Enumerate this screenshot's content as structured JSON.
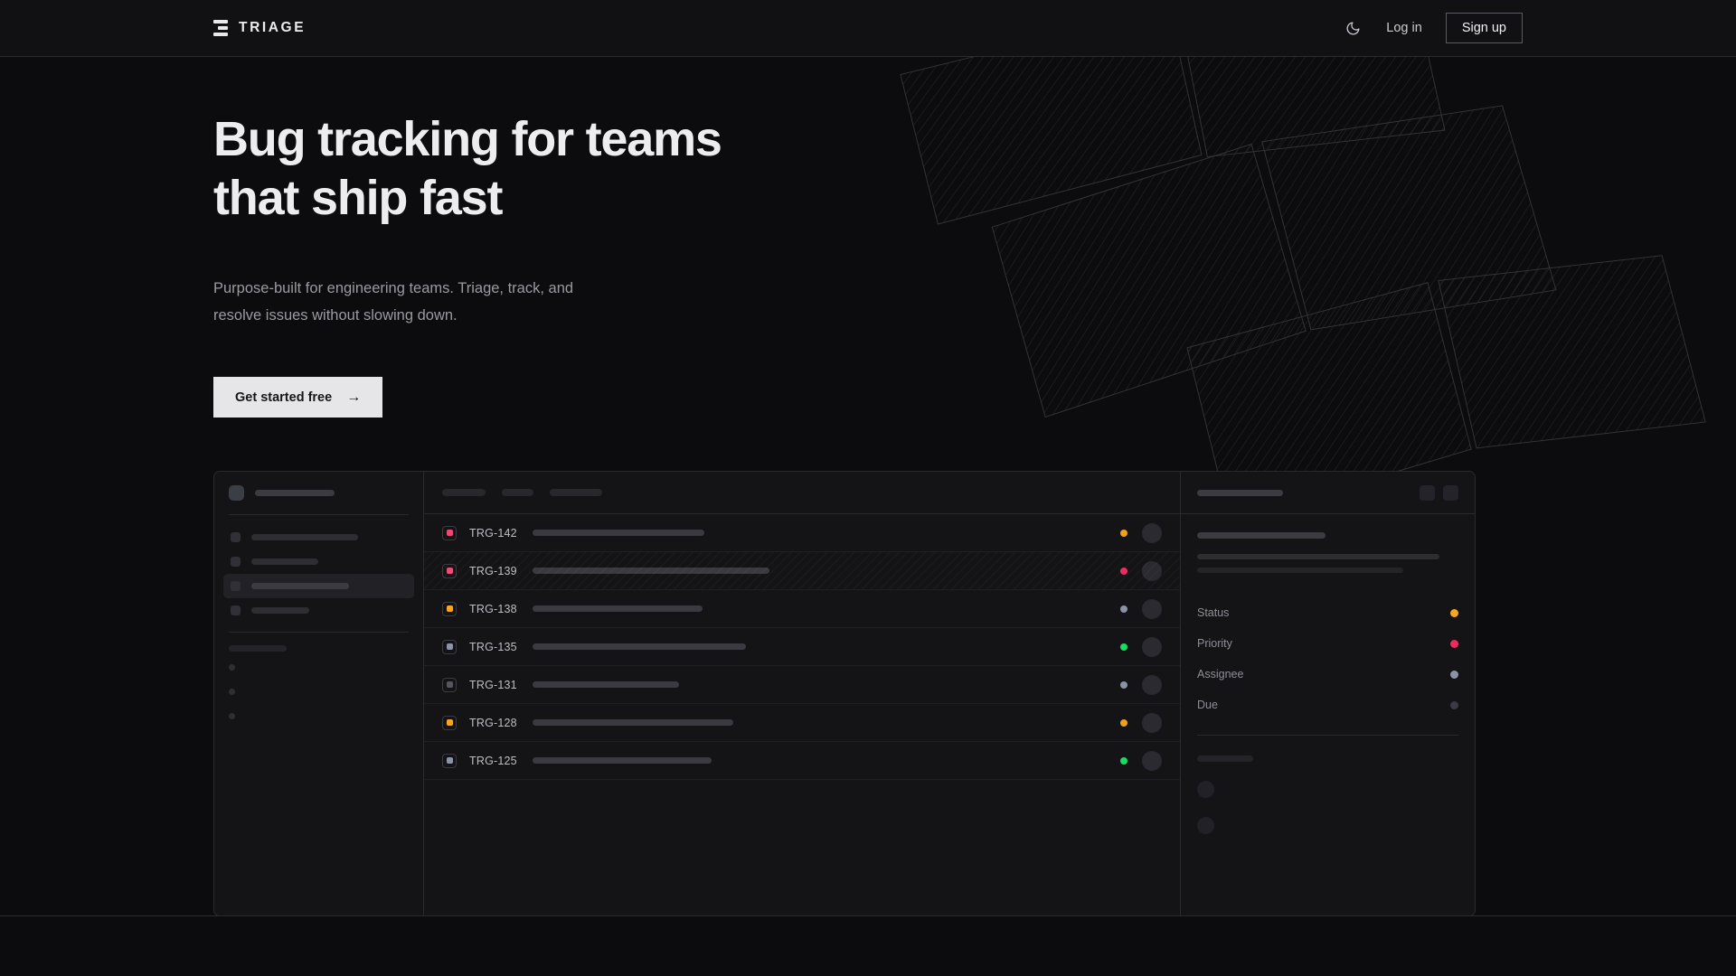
{
  "header": {
    "brand": "TRIAGE",
    "brand_icon": "stack-lines-icon",
    "theme_icon": "moon-icon",
    "login_label": "Log in",
    "signup_label": "Sign up"
  },
  "hero": {
    "heading_line1": "Bug tracking for teams",
    "heading_line2": "that ship fast",
    "subtext_line1": "Purpose-built for engineering teams. Triage, track, and",
    "subtext_line2": "resolve issues without slowing down.",
    "cta_label": "Get started free",
    "cta_arrow": "→"
  },
  "mockup": {
    "sidebar": {
      "nav_items": [
        {
          "label_width": 118,
          "active": false
        },
        {
          "label_width": 74,
          "active": false
        },
        {
          "label_width": 108,
          "active": true
        },
        {
          "label_width": 64,
          "active": false
        }
      ],
      "section_label_width": 64,
      "mini_items": 3
    },
    "list": {
      "filter_chips": [
        48,
        35,
        58
      ],
      "rows": [
        {
          "id": "TRG-142",
          "priority_color": "#ec4a74",
          "status_color": "#f0a020",
          "title_width": 190,
          "selected": false
        },
        {
          "id": "TRG-139",
          "priority_color": "#ec4a74",
          "status_color": "#ec2c5e",
          "title_width": 262,
          "selected": true
        },
        {
          "id": "TRG-138",
          "priority_color": "#f5a623",
          "status_color": "#8b93a8",
          "title_width": 188,
          "selected": false
        },
        {
          "id": "TRG-135",
          "priority_color": "#8b93a8",
          "status_color": "#18dd62",
          "title_width": 236,
          "selected": false
        },
        {
          "id": "TRG-131",
          "priority_color": "#55555e",
          "status_color": "#8b93a8",
          "title_width": 162,
          "selected": false
        },
        {
          "id": "TRG-128",
          "priority_color": "#f5a623",
          "status_color": "#f0a020",
          "title_width": 222,
          "selected": false
        },
        {
          "id": "TRG-125",
          "priority_color": "#8b93a8",
          "status_color": "#18dd62",
          "title_width": 198,
          "selected": false
        }
      ]
    },
    "detail": {
      "title_bar_width": 95,
      "action_buttons": 2,
      "body_bars": [
        142,
        268,
        228
      ],
      "meta": [
        {
          "label": "Status",
          "color": "#f5a623"
        },
        {
          "label": "Priority",
          "color": "#ec2c5e"
        },
        {
          "label": "Assignee",
          "color": "#8b93a8"
        },
        {
          "label": "Due",
          "color": "#3a3a42"
        }
      ],
      "footer_bar_width": 62,
      "footer_avatars": 2
    }
  },
  "colors": {
    "page_bg": "#0c0c0e",
    "panel_bg": "#141417",
    "border": "#29292e",
    "text_primary": "#ededf0",
    "text_muted": "#9a9aa2",
    "accent_amber": "#f5a623",
    "accent_rose": "#ec2c5e",
    "accent_green": "#18dd62",
    "accent_slate": "#8b93a8"
  }
}
